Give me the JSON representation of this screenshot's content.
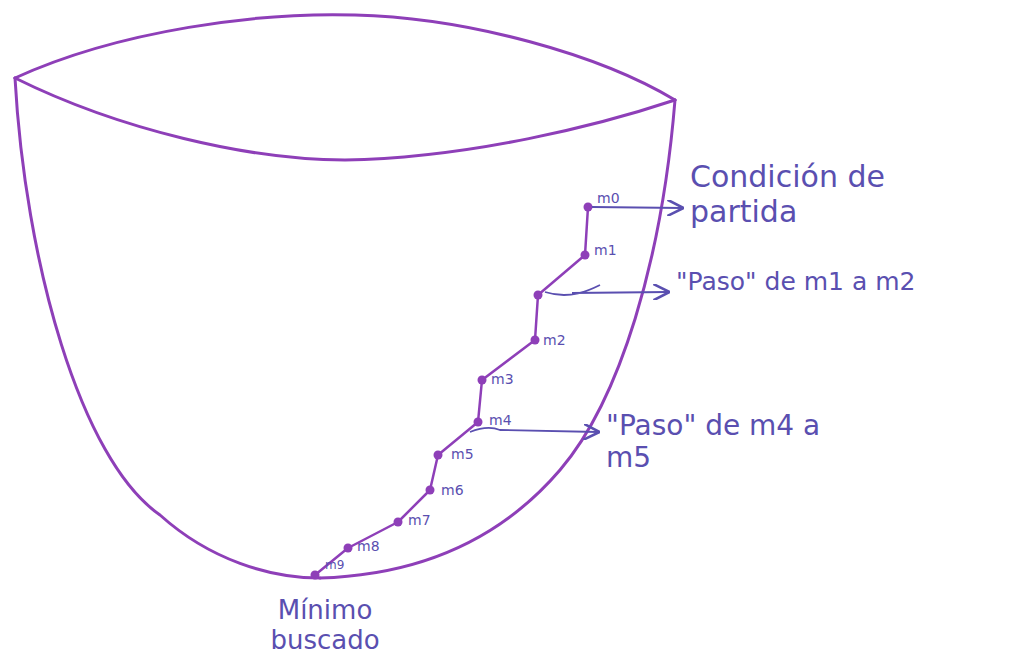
{
  "diagram": {
    "labels": [
      "m0",
      "m1",
      "m2",
      "m3",
      "m4",
      "m5",
      "m6",
      "m7",
      "m8",
      "m9",
      "Condición de partida",
      "\"Paso\" de m1 a m2",
      "\"Paso\" de m4 a m5",
      "Mínimo buscado"
    ]
  }
}
